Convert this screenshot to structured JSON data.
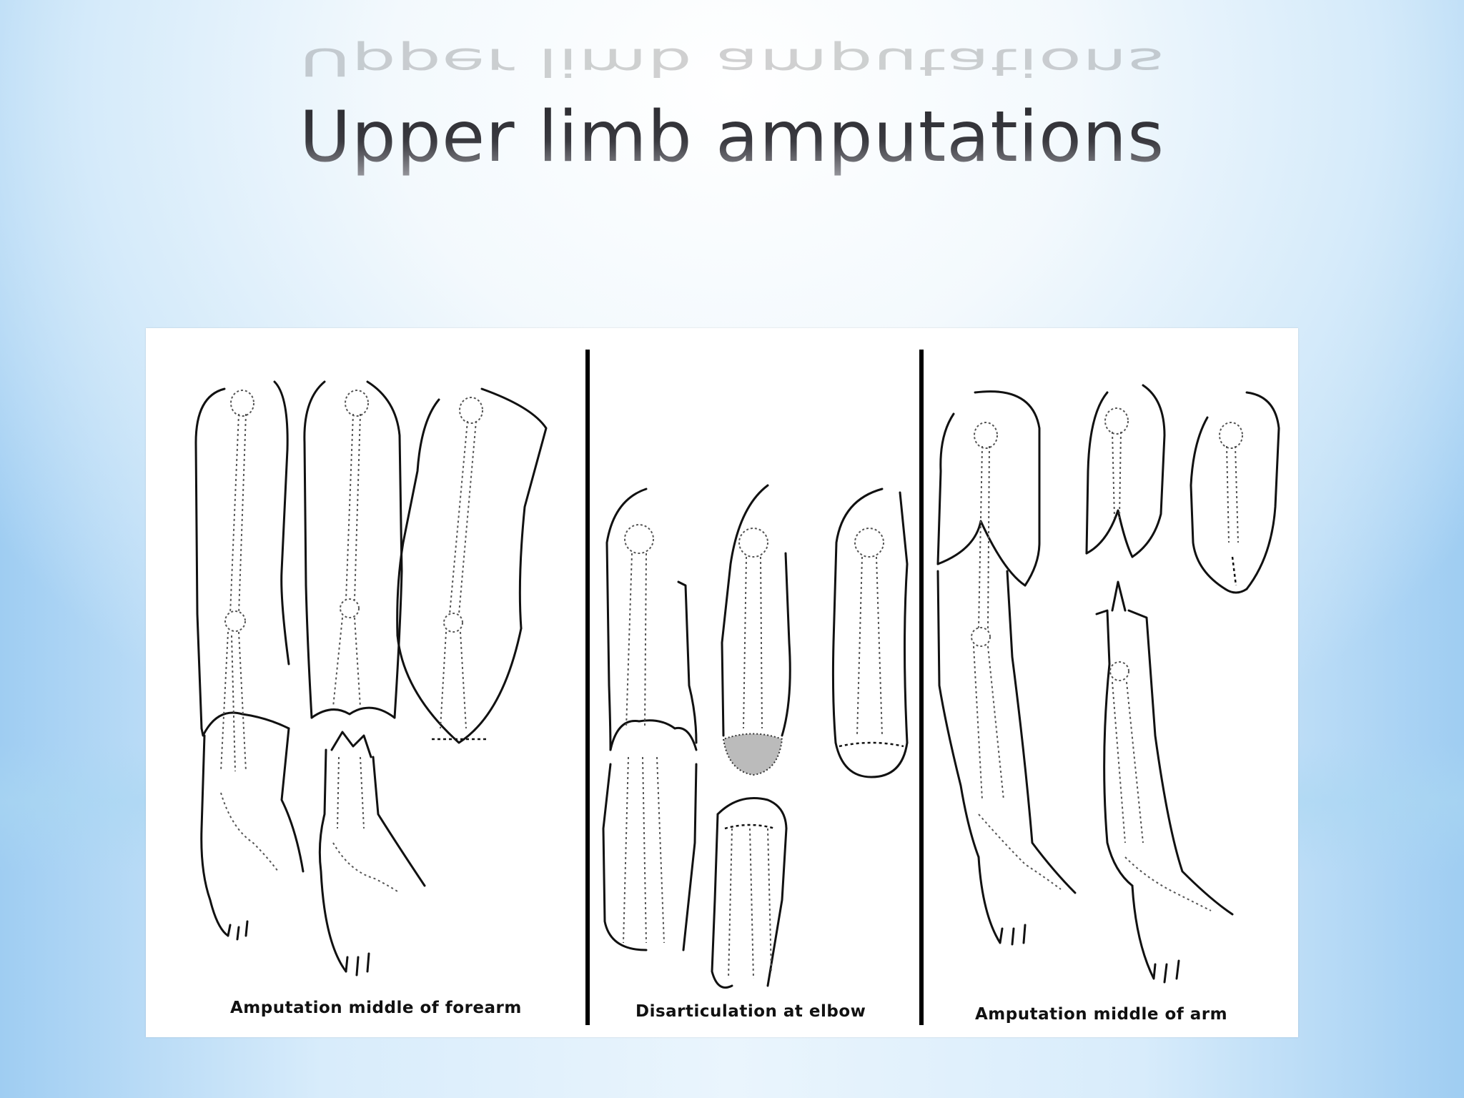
{
  "slide": {
    "title": "Upper limb amputations"
  },
  "figure": {
    "captions": [
      "Amputation middle of forearm",
      "Disarticulation at elbow",
      "Amputation middle of arm"
    ]
  }
}
